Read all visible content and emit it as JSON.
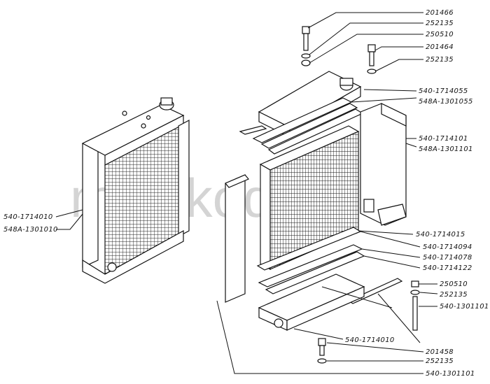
{
  "watermark": "mezikoday",
  "left_labels": [
    "540-1714010",
    "548A-1301010"
  ],
  "labels": {
    "l201466": "201466",
    "l252135a": "252135",
    "l250510a": "250510",
    "l201464": "201464",
    "l252135b": "252135",
    "l1714055": "540-1714055",
    "l1301055": "548A-1301055",
    "l1714101": "540-1714101",
    "l1301101a": "548A-1301101",
    "l1714015": "540-1714015",
    "l1714094": "540-1714094",
    "l1714078": "540-1714078",
    "l1714122": "540-1714122",
    "l250510b": "250510",
    "l252135c": "252135",
    "l1301101b": "540-1301101",
    "l1714010b": "540-1714010",
    "l201458": "201458",
    "l252135d": "252135",
    "l1301101c": "540-1301101"
  }
}
